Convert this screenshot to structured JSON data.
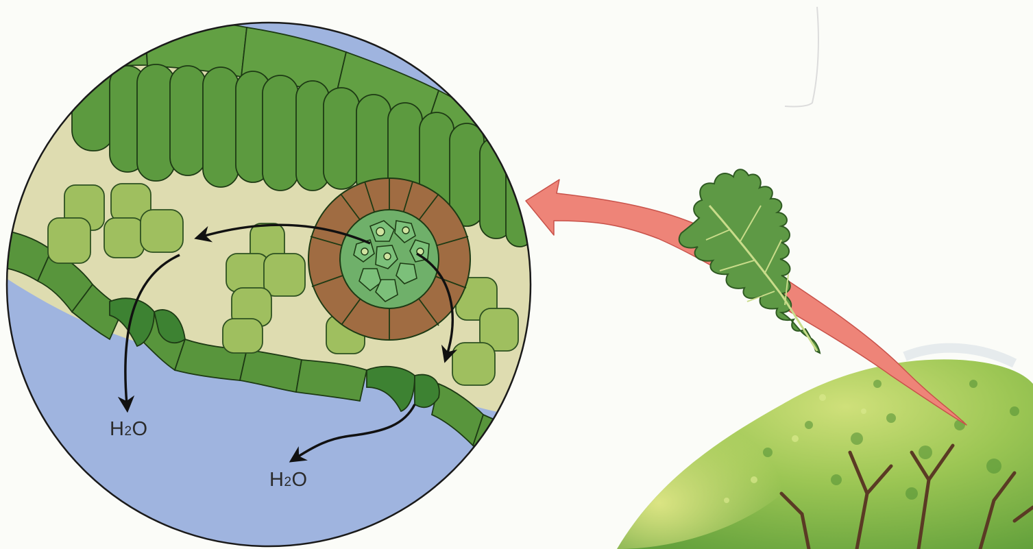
{
  "labels": {
    "water_left": {
      "main": "H",
      "sub": "2",
      "tail": "O"
    },
    "water_right": {
      "main": "H",
      "sub": "2",
      "tail": "O"
    }
  },
  "colors": {
    "air_space": "#9fb4df",
    "mesophyll_bg": "#dedcb0",
    "palisade": "#5c9a3f",
    "epidermis": "#58953c",
    "spongy": "#9fbf5f",
    "bundle_sheath": "#a06c42",
    "xylem": "#6fb06a",
    "arrow_transpiration": "#ee8478",
    "arrow_water": "#111111",
    "leaf": "#5e9945",
    "tree_foliage": "#88b84a"
  },
  "icons": {
    "leaf": "oak-leaf-icon",
    "tree": "tree-canopy-icon"
  }
}
